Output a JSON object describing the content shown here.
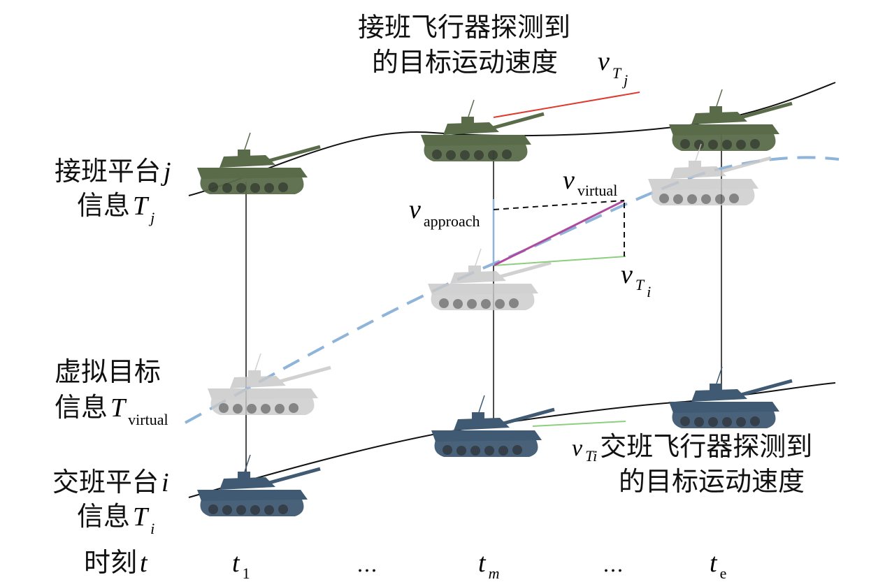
{
  "labels": {
    "handover_detect_line1": "接班飞行器探测到",
    "handover_detect_line2": "的目标运动速度",
    "handover_platform_line1": "接班平台",
    "handover_platform_var": "j",
    "handover_info": "信息",
    "handover_T": "T",
    "handover_T_sub": "j",
    "virtual_line1": "虚拟目标",
    "virtual_info": "信息",
    "virtual_T": "T",
    "virtual_T_sub": "virtual",
    "handoff_platform_line1": "交班平台",
    "handoff_platform_var": "i",
    "handoff_info": "信息",
    "handoff_T": "T",
    "handoff_T_sub": "i",
    "time_label": "时刻",
    "time_var": "t",
    "handoff_detect_line1": "交班飞行器探测到",
    "handoff_detect_line2": "的目标运动速度",
    "v_sym": "v",
    "v_Tj_sub": "T",
    "v_Tj_subsub": "j",
    "v_virtual_sub": "virtual",
    "v_approach_sub": "approach",
    "v_Ti_sub": "T",
    "v_Ti_subsub": "i",
    "v_Ti_small": "Ti"
  },
  "time_ticks": [
    {
      "var": "t",
      "sub": "1"
    },
    {
      "var": "…",
      "sub": ""
    },
    {
      "var": "t",
      "sub": "m"
    },
    {
      "var": "…",
      "sub": ""
    },
    {
      "var": "t",
      "sub": "e"
    }
  ],
  "colors": {
    "red_velocity": "#e03a2e",
    "green_velocity": "#8ccf7e",
    "purple_virtual": "#b04a9e",
    "virtual_track": "#8fb4da",
    "tank_olive": "#5a6b4a",
    "tank_blue": "#3f5a72",
    "tank_ghost": "#c9c9c9"
  },
  "icons": {
    "tank": "tank-icon"
  }
}
